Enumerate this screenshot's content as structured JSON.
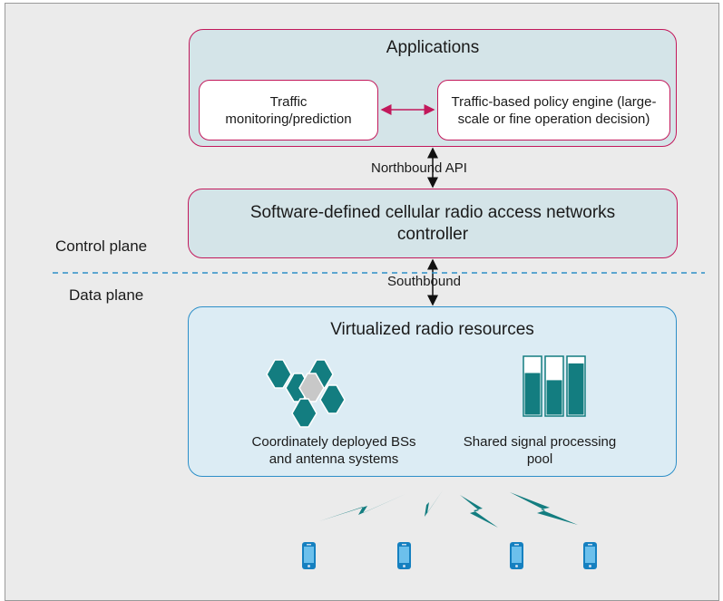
{
  "applications": {
    "title": "Applications",
    "traffic": "Traffic monitoring/prediction",
    "policy": "Traffic-based policy engine (large-scale or fine operation decision)"
  },
  "northbound": "Northbound API",
  "controller": "Software-defined cellular radio access networks controller",
  "control_plane": "Control plane",
  "southbound": "Southbound",
  "data_plane": "Data plane",
  "resources": {
    "title": "Virtualized radio resources",
    "bs_label": "Coordinately deployed BSs and antenna systems",
    "pool_label": "Shared signal processing pool",
    "pool_levels": [
      0.72,
      0.6,
      0.88
    ]
  },
  "colors": {
    "teal": "#137d80",
    "magenta": "#c2185b",
    "blue": "#2d8fc8",
    "box_fill": "#d4e4e8"
  },
  "icons": [
    "hexagon-cell-icon",
    "processing-bar-icon",
    "lightning-bolt-icon",
    "mobile-phone-icon"
  ]
}
